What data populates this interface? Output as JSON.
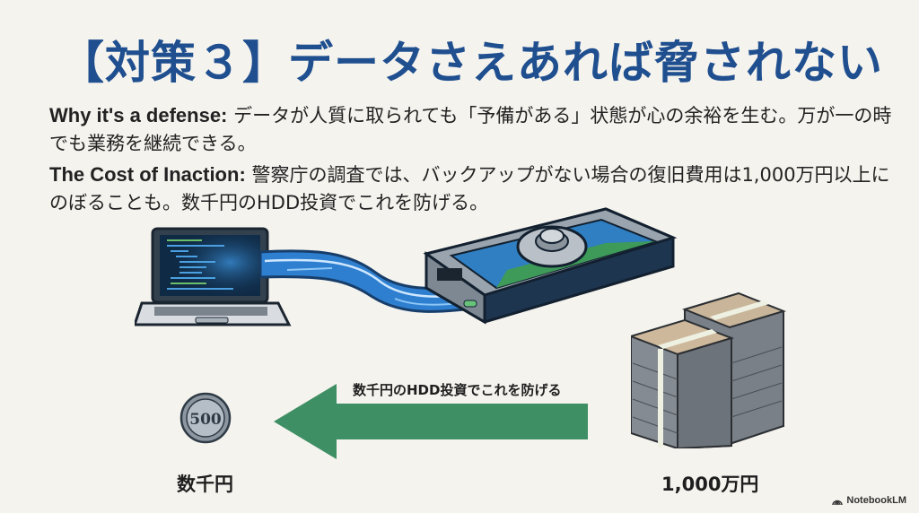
{
  "slide": {
    "title": "【対策３】データさえあれば脅されない",
    "points": [
      {
        "label": "Why it's a defense:",
        "text": " データが人質に取られても「予備がある」状態が心の余裕を生む。万が一の時でも業務を継続できる。"
      },
      {
        "label": "The Cost of Inaction:",
        "text": " 警察庁の調査では、バックアップがない場合の復旧費用は1,000万円以上にのぼることも。数千円のHDD投資でこれを防げる。"
      }
    ],
    "illustration": {
      "laptop_icon": "laptop-icon",
      "data_stream_icon": "data-stream-icon",
      "hdd_icon": "hard-drive-safe-icon",
      "coin_icon": "500-yen-coin-icon",
      "coin_text": "500",
      "cash_icon": "cash-stack-icon",
      "arrow_caption": "数千円のHDD投資でこれを防げる",
      "left_label": "数千円",
      "right_label": "1,000万円"
    },
    "brand": "NotebookLM",
    "colors": {
      "title": "#1f4f8f",
      "arrow": "#3f8f64",
      "stream": "#2f7fd0",
      "background": "#f5f3ee"
    }
  }
}
